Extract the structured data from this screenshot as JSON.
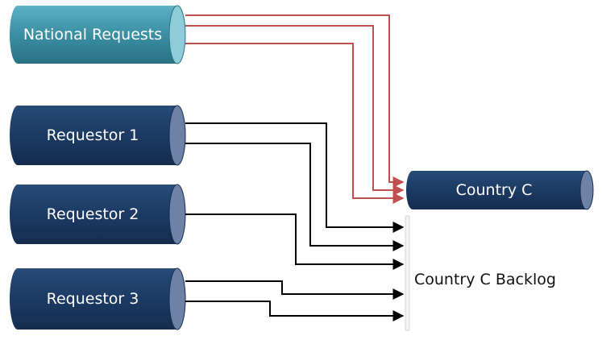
{
  "queues": {
    "national": {
      "label": "National Requests",
      "color": "#3a8fa3"
    },
    "requestor1": {
      "label": "Requestor 1",
      "color": "#1c3a63"
    },
    "requestor2": {
      "label": "Requestor 2",
      "color": "#1c3a63"
    },
    "requestor3": {
      "label": "Requestor 3",
      "color": "#1c3a63"
    },
    "country_c": {
      "label": "Country C",
      "color": "#1c3a63"
    }
  },
  "backlog": {
    "label": "Country C Backlog"
  },
  "colors": {
    "national_arrows": "#c0504d",
    "requestor_arrows": "#000000",
    "backlog_bar": "#f2f2f2"
  }
}
